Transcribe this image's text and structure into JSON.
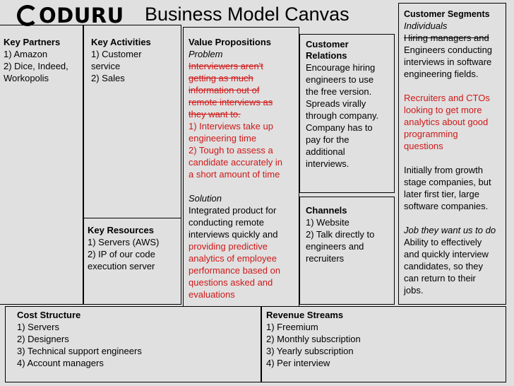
{
  "header": {
    "logo_text": "ODURU",
    "title": "Business Model Canvas"
  },
  "key_partners": {
    "heading": "Key Partners",
    "lines": [
      "1) Amazon",
      "2) Dice, Indeed,",
      "Workopolis"
    ]
  },
  "key_activities": {
    "heading": "Key Activities",
    "lines": [
      "1) Customer",
      "service",
      "2) Sales"
    ]
  },
  "key_resources": {
    "heading": "Key Resources",
    "lines": [
      "1) Servers (AWS)",
      "2) IP of our code",
      "execution server"
    ]
  },
  "value_propositions": {
    "heading": "Value Propositions",
    "problem_label": "Problem",
    "problem_struck": [
      "Interviewers aren't",
      "getting as much",
      "information out of",
      "remote interviews as",
      "they want to."
    ],
    "problem_points": [
      "1) Interviews take up",
      "engineering time",
      "2) Tough to assess a",
      "candidate accurately in",
      "a short amount of time"
    ],
    "solution_label": "Solution",
    "solution_black": [
      "Integrated product for",
      "conducting remote",
      "interviews quickly and"
    ],
    "solution_red": [
      "providing predictive",
      "analytics of employee",
      "performance based on",
      "questions asked and",
      "evaluations"
    ]
  },
  "customer_relations": {
    "heading_lines": [
      "Customer",
      "Relations"
    ],
    "lines": [
      "Encourage hiring",
      "engineers to use",
      "the free version.",
      "Spreads virally",
      "through company.",
      "Company has to",
      "pay for the",
      "additional",
      "interviews."
    ]
  },
  "channels": {
    "heading": "Channels",
    "lines": [
      "1) Website",
      "2) Talk directly to",
      "engineers and",
      "recruiters"
    ]
  },
  "customer_segments": {
    "heading": "Customer Segments",
    "individuals_label": "Individuals",
    "struck": [
      "Hiring managers and"
    ],
    "individuals": [
      "Engineers conducting",
      "interviews in software",
      "engineering fields."
    ],
    "recruiters": [
      "Recruiters and CTOs",
      "looking to get more",
      "analytics about good",
      "programming",
      "questions"
    ],
    "growth": [
      "Initially from growth",
      "stage companies, but",
      "later first tier, large",
      "software companies."
    ],
    "job_label": "Job they want us to do",
    "job_lines": [
      "Ability to effectively",
      "and quickly interview",
      "candidates, so they",
      "can return to their",
      "jobs."
    ]
  },
  "cost_structure": {
    "heading": "Cost Structure",
    "lines": [
      "1) Servers",
      "2) Designers",
      "3) Technical support engineers",
      "4) Account managers"
    ]
  },
  "revenue_streams": {
    "heading": "Revenue Streams",
    "lines": [
      "1) Freemium",
      "2) Monthly subscription",
      "3) Yearly subscription",
      "4) Per interview"
    ]
  },
  "colors": {
    "accent_red": "#d01818",
    "background": "#e0e0e0"
  }
}
